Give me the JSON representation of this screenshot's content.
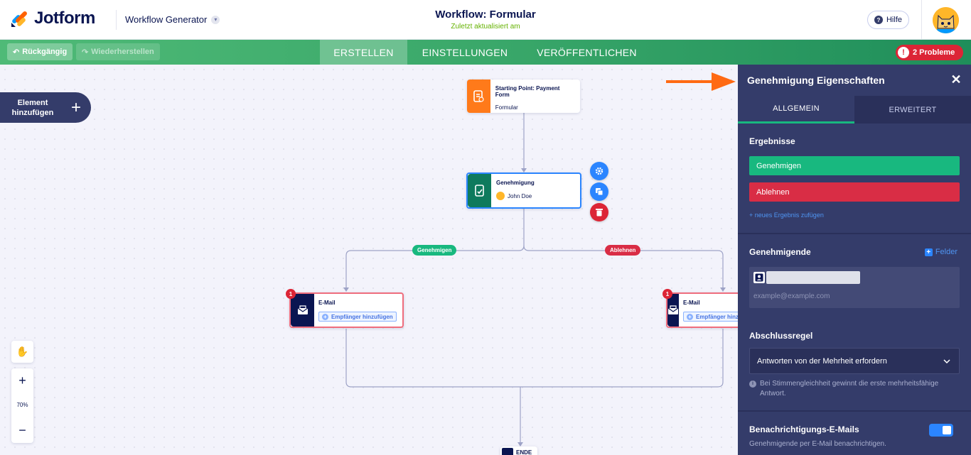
{
  "header": {
    "logo_text": "Jotform",
    "product_switcher": "Workflow Generator",
    "title": "Workflow: Formular",
    "subtitle": "Zuletzt aktualisiert am",
    "help_label": "Hilfe"
  },
  "toolbar": {
    "undo_label": "Rückgängig",
    "redo_label": "Wiederherstellen",
    "tabs": [
      {
        "label": "ERSTELLEN",
        "active": true
      },
      {
        "label": "EINSTELLUNGEN",
        "active": false
      },
      {
        "label": "VERÖFFENTLICHEN",
        "active": false
      }
    ],
    "problems_label": "2 Probleme"
  },
  "canvas": {
    "add_element_label": "Element hinzufügen",
    "start_node": {
      "title": "Starting Point: Payment Form",
      "subtitle": "Formular"
    },
    "approval_node": {
      "title": "Genehmigung",
      "assignee": "John Doe"
    },
    "branch_approve": "Genehmigen",
    "branch_reject": "Ablehnen",
    "email_node_left": {
      "title": "E-Mail",
      "recipient_button": "Empfänger hinzufügen",
      "badge": "1"
    },
    "email_node_right": {
      "title": "E-Mail",
      "recipient_button": "Empfänger hinzufügen",
      "badge": "1"
    },
    "end_node": {
      "title": "ENDE"
    },
    "zoom": "70%"
  },
  "panel": {
    "title": "Genehmigung Eigenschaften",
    "tabs": [
      {
        "label": "ALLGEMEIN",
        "active": true
      },
      {
        "label": "ERWEITERT",
        "active": false
      }
    ],
    "results_heading": "Ergebnisse",
    "results": [
      {
        "label": "Genehmigen",
        "color": "#18b87f"
      },
      {
        "label": "Ablehnen",
        "color": "#d92d45"
      }
    ],
    "add_result_link": "+ neues Ergebnis zufügen",
    "approvers_heading": "Genehmigende",
    "fields_button": "Felder",
    "email_placeholder": "example@example.com",
    "rule_heading": "Abschlussregel",
    "rule_value": "Antworten von der Mehrheit erfordern",
    "rule_hint": "Bei Stimmengleichheit gewinnt die erste mehrheitsfähige Antwort.",
    "notify_heading": "Benachrichtigungs-E-Mails",
    "notify_desc": "Genehmigende per E-Mail benachrichtigen.",
    "notify_enabled": true
  },
  "colors": {
    "navy": "#0a1551",
    "green_accent": "#18b87f",
    "red": "#dc2536",
    "blue": "#2b85ff",
    "orange": "#ff7a1a"
  }
}
